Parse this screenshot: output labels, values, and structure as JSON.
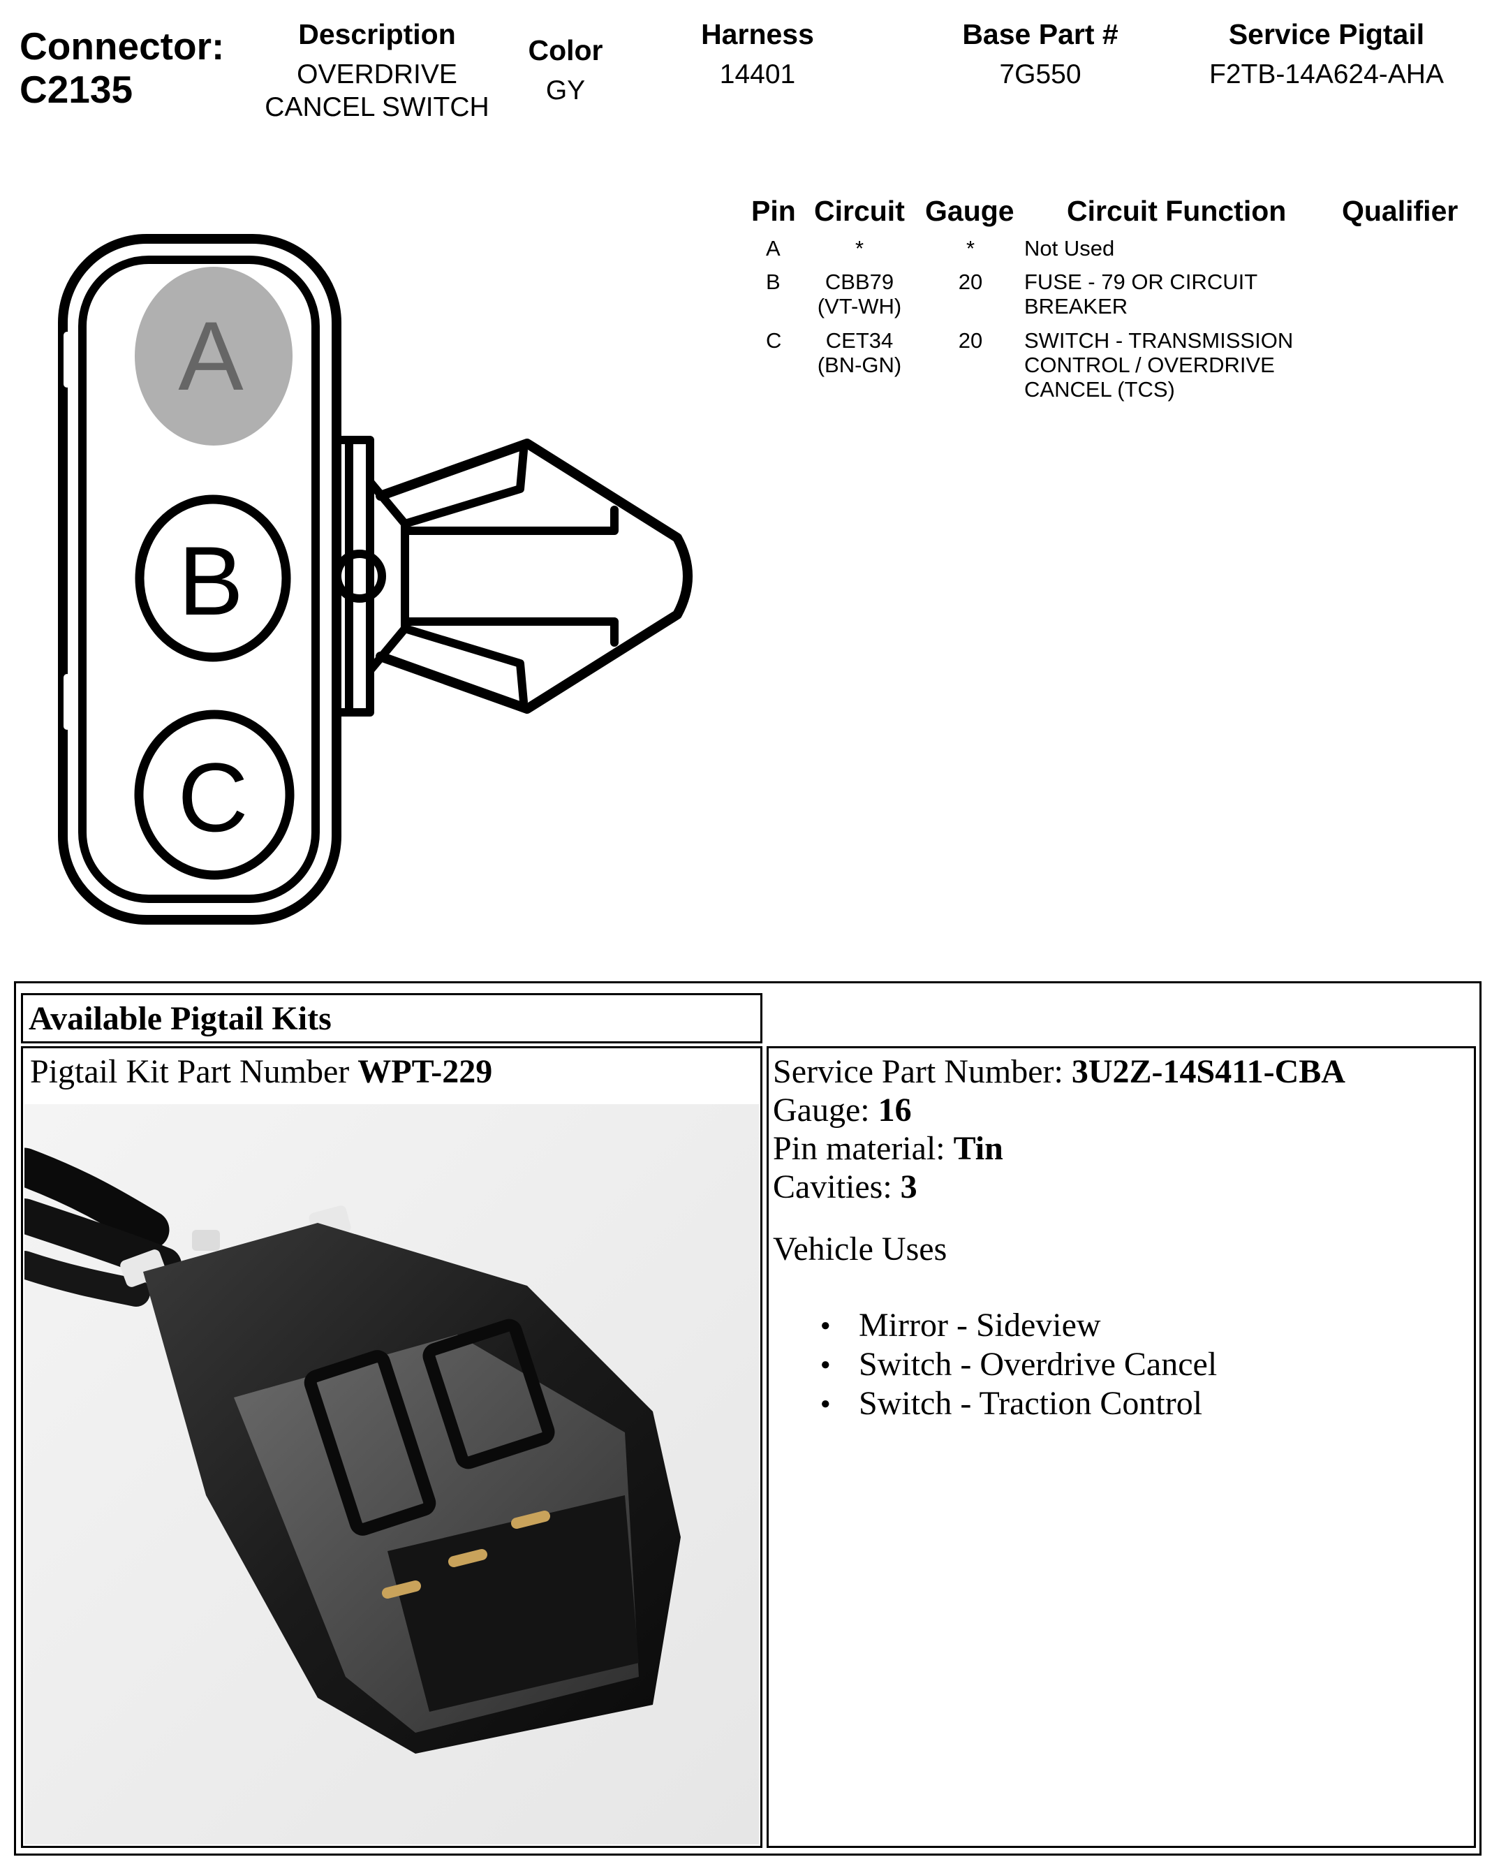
{
  "connector": {
    "label": "Connector:",
    "id": "C2135"
  },
  "header": {
    "description": {
      "label": "Description",
      "value_line1": "OVERDRIVE",
      "value_line2": "CANCEL SWITCH"
    },
    "color": {
      "label": "Color",
      "value": "GY"
    },
    "harness": {
      "label": "Harness",
      "value": "14401"
    },
    "base_part": {
      "label": "Base Part #",
      "value": "7G550"
    },
    "service_pigtail": {
      "label": "Service Pigtail",
      "value": "F2TB-14A624-AHA"
    }
  },
  "pin_table": {
    "headers": {
      "pin": "Pin",
      "circuit": "Circuit",
      "gauge": "Gauge",
      "function": "Circuit Function",
      "qualifier": "Qualifier"
    },
    "rows": [
      {
        "pin": "A",
        "circuit_1": "*",
        "circuit_2": "",
        "gauge": "*",
        "function_1": "Not Used",
        "function_2": "",
        "function_3": ""
      },
      {
        "pin": "B",
        "circuit_1": "CBB79",
        "circuit_2": "(VT-WH)",
        "gauge": "20",
        "function_1": "FUSE - 79 OR CIRCUIT",
        "function_2": "BREAKER",
        "function_3": ""
      },
      {
        "pin": "C",
        "circuit_1": "CET34",
        "circuit_2": "(BN-GN)",
        "gauge": "20",
        "function_1": "SWITCH - TRANSMISSION",
        "function_2": "CONTROL / OVERDRIVE",
        "function_3": "CANCEL (TCS)"
      }
    ]
  },
  "diagram": {
    "pin_a": "A",
    "pin_b": "B",
    "pin_c": "C",
    "not_used_fill": "#b0b0b0"
  },
  "kits": {
    "title": "Available Pigtail Kits",
    "kit_label": "Pigtail Kit Part Number ",
    "kit_number": "WPT-229",
    "service_label": "Service Part Number: ",
    "service_value": "3U2Z-14S411-CBA",
    "gauge_label": "Gauge: ",
    "gauge_value": "16",
    "pin_label": "Pin material: ",
    "pin_value": "Tin",
    "cavities_label": "Cavities: ",
    "cavities_value": "3",
    "uses_title": "Vehicle Uses",
    "uses": [
      "Mirror - Sideview",
      "Switch - Overdrive Cancel",
      "Switch - Traction Control"
    ]
  }
}
